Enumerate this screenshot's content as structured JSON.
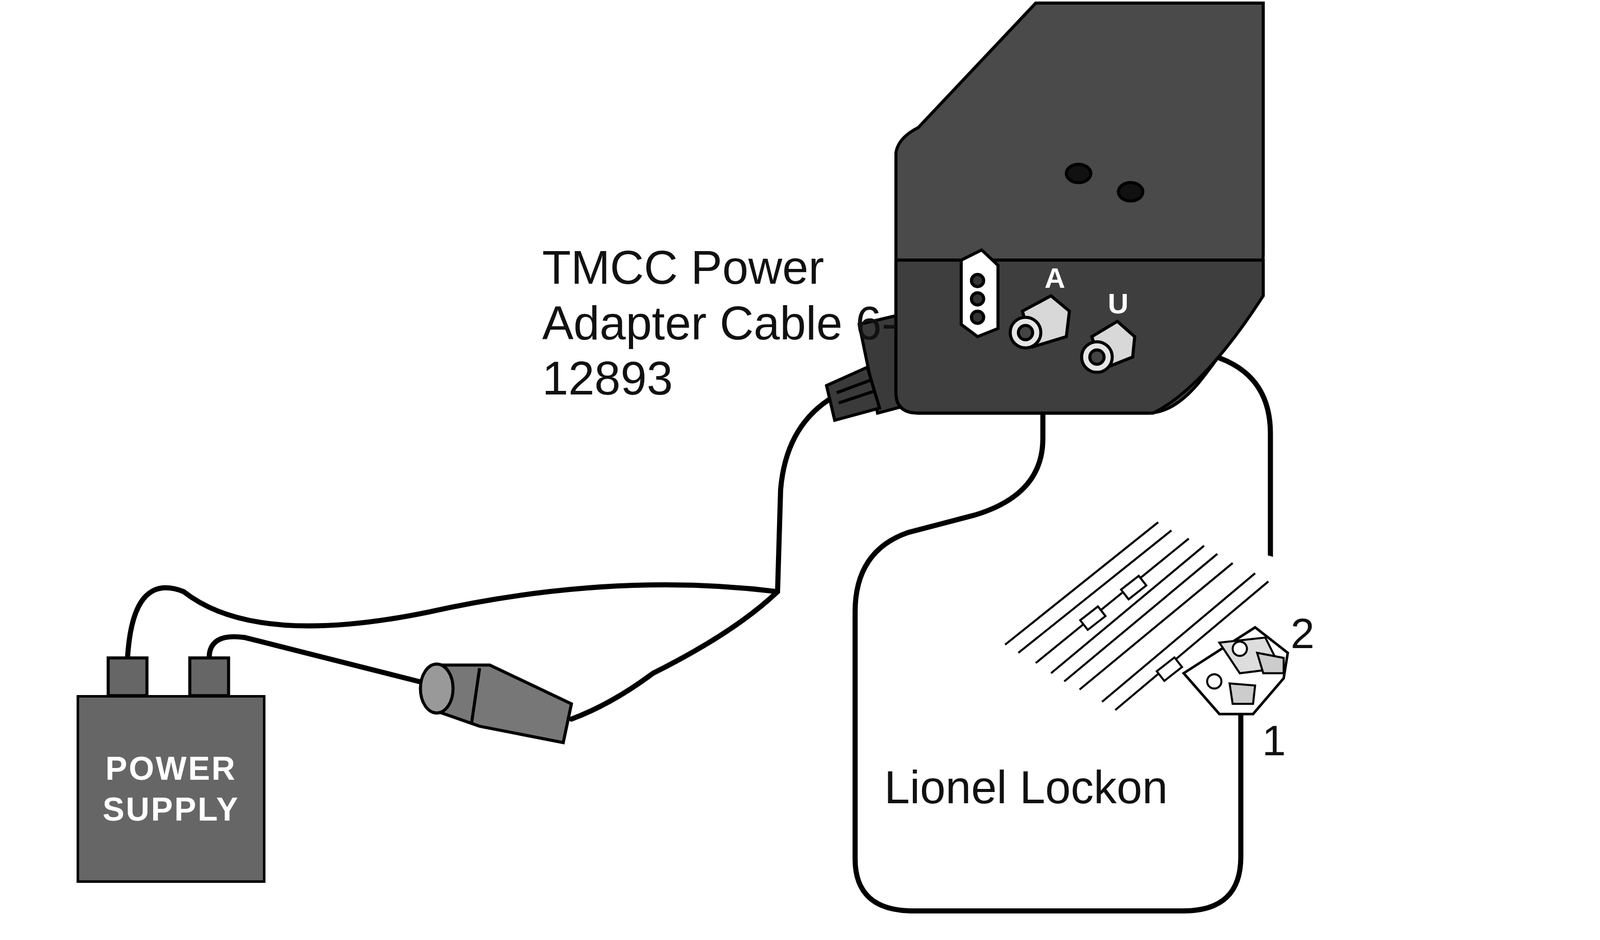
{
  "diagram": {
    "nodes": [
      {
        "text": [
          "POWER SUPPLY"
        ]
      }
    ],
    "labels": [
      "TMCC Power Adapter Cable 6-12893",
      "A",
      "U",
      "2",
      "1",
      "Lionel Lockon"
    ]
  }
}
